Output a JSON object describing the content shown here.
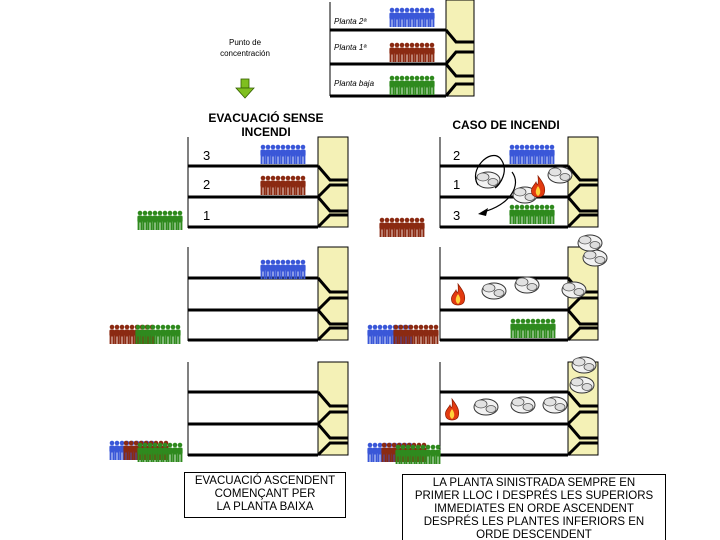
{
  "colors": {
    "top": "#3a57d8",
    "middle": "#8b2a12",
    "bottom": "#2f8a1e",
    "stair": "#f4f1b6",
    "flame": "#e23a10",
    "arrow": "#7fbf1f",
    "smoke": "#d7d7d7"
  },
  "top_diagram": {
    "floor_2": "Planta 2ª",
    "floor_1": "Planta 1ª",
    "floor_0": "Planta baja",
    "meeting_point": "Punto de concentración"
  },
  "left": {
    "title": "EVACUACIÓ SENSE INCENDI",
    "order": [
      "3",
      "2",
      "1"
    ],
    "caption": [
      "EVACUACIÓ ASCENDENT",
      "COMENÇANT PER",
      "LA PLANTA BAIXA"
    ]
  },
  "right": {
    "title": "CASO DE INCENDI",
    "order": [
      "2",
      "1",
      "3"
    ],
    "caption": [
      "LA PLANTA SINISTRADA SEMPRE EN",
      "PRIMER LLOC I DESPRÉS LES SUPERIORS",
      "IMMEDIATES EN ORDE ASCENDENT",
      "DESPRÉS LES PLANTES INFERIORS EN",
      "ORDE DESCENDENT"
    ]
  }
}
